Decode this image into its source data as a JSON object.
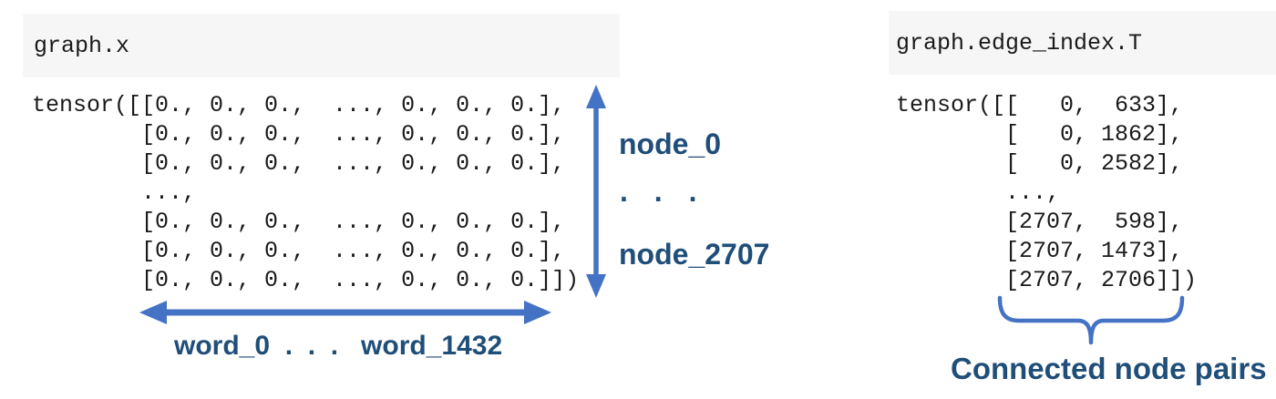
{
  "left_panel": {
    "header": "graph.x",
    "tensor_lines": [
      "tensor([[0., 0., 0.,  ..., 0., 0., 0.],",
      "        [0., 0., 0.,  ..., 0., 0., 0.],",
      "        [0., 0., 0.,  ..., 0., 0., 0.],",
      "        ...,",
      "        [0., 0., 0.,  ..., 0., 0., 0.],",
      "        [0., 0., 0.,  ..., 0., 0., 0.],",
      "        [0., 0., 0.,  ..., 0., 0., 0.]])"
    ],
    "row_axis": {
      "first": "node_0",
      "dots": ". . .",
      "last": "node_2707"
    },
    "col_axis": {
      "label": "word_0  .  .  .   word_1432"
    }
  },
  "right_panel": {
    "header": "graph.edge_index.T",
    "tensor_lines": [
      "tensor([[   0,  633],",
      "        [   0, 1862],",
      "        [   0, 2582],",
      "        ...,",
      "        [2707,  598],",
      "        [2707, 1473],",
      "        [2707, 2706]])"
    ],
    "annotation": "Connected node pairs"
  },
  "colors": {
    "arrow_blue": "#4472c4",
    "label_navy": "#1f4e79",
    "header_bg": "#f6f6f6",
    "code_text": "#1a1a1a"
  }
}
